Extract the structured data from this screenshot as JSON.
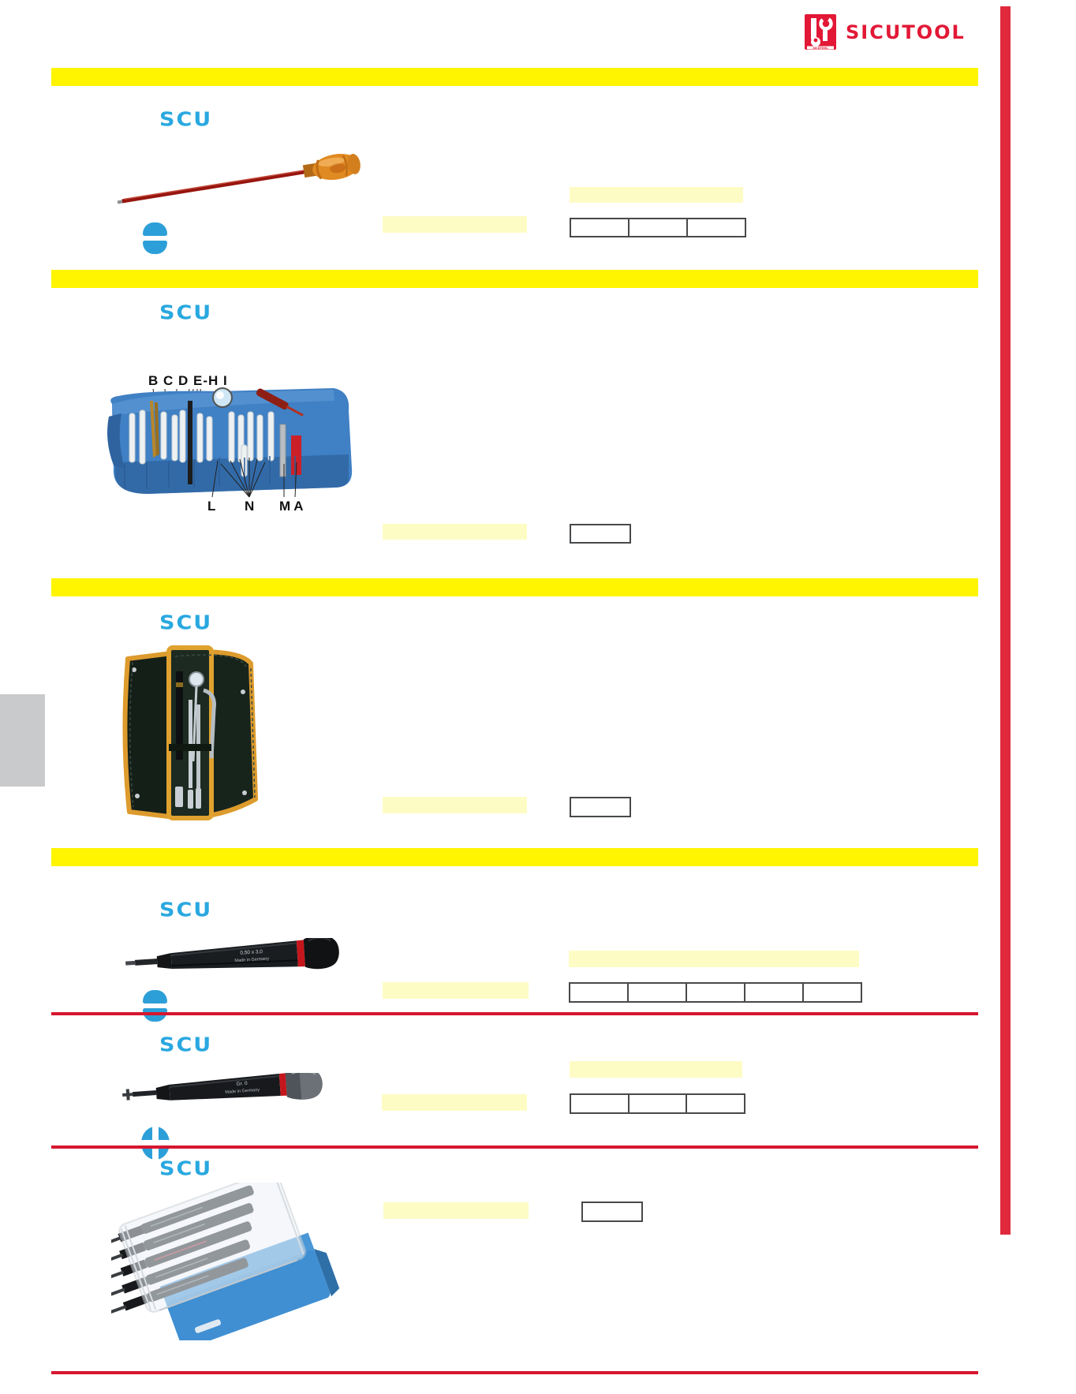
{
  "brand": {
    "name": "SICUTOOL",
    "icon_text": "SICUTOOL"
  },
  "logos": {
    "scu": "SCU"
  },
  "colors": {
    "banner_yellow": "#FFF500",
    "highlight_yellow": "#FEFCC5",
    "scu_blue": "#29A8E0",
    "brand_red": "#E21836",
    "line_red": "#D6172F"
  },
  "sections": {
    "s1": {
      "product": "insulated long screwdriver",
      "tip_icon": "slotted",
      "table_cols": 3
    },
    "s2": {
      "product": "tool roll set",
      "callout_top": "B C D E-H I",
      "callout_l": "L",
      "callout_n": "N",
      "callout_ma": "M A",
      "table_cols": 1
    },
    "s3": {
      "product": "inspection tool pouch",
      "table_cols": 1
    },
    "s4": {
      "product": "precision slotted screwdriver",
      "tip_icon": "slotted",
      "size_label": "0,50 x 3,0",
      "origin_label": "Made in Germany",
      "table_cols": 5
    },
    "s5": {
      "product": "precision phillips screwdriver",
      "tip_icon": "phillips",
      "size_label": "Gr. 0",
      "origin_label": "Made in Germany",
      "table_cols": 3
    },
    "s6": {
      "product": "precision screwdriver set in case",
      "table_cols": 1
    }
  }
}
